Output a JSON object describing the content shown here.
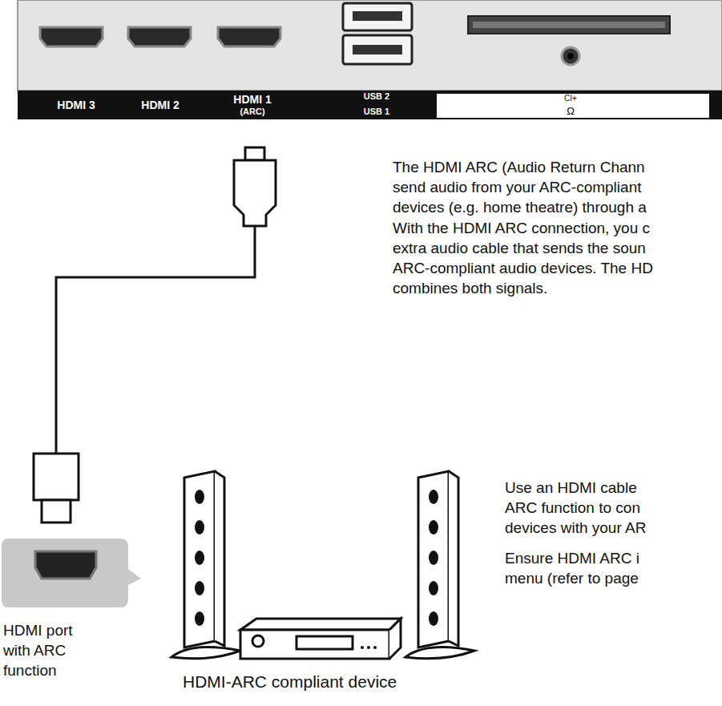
{
  "diagram": {
    "labels": [
      "HDMI 3",
      "HDMI 2",
      "HDMI 1",
      "(ARC)",
      "USB 2",
      "USB 1",
      "CI+",
      "Ω",
      "The HDMI ARC (Audio Return Chann send audio from your ARC-compliant devices (e.g. home theatre) through a",
      "With the HDMI ARC connection, you c extra audio cable that sends the soun ARC-compliant audio devices. The HD combines both signals.",
      "Use an HDMI cable ARC function to con devices with your AR",
      "Ensure HDMI ARC i menu (refer to page",
      "HDMI port with ARC function",
      "HDMI-ARC compliant device"
    ]
  }
}
